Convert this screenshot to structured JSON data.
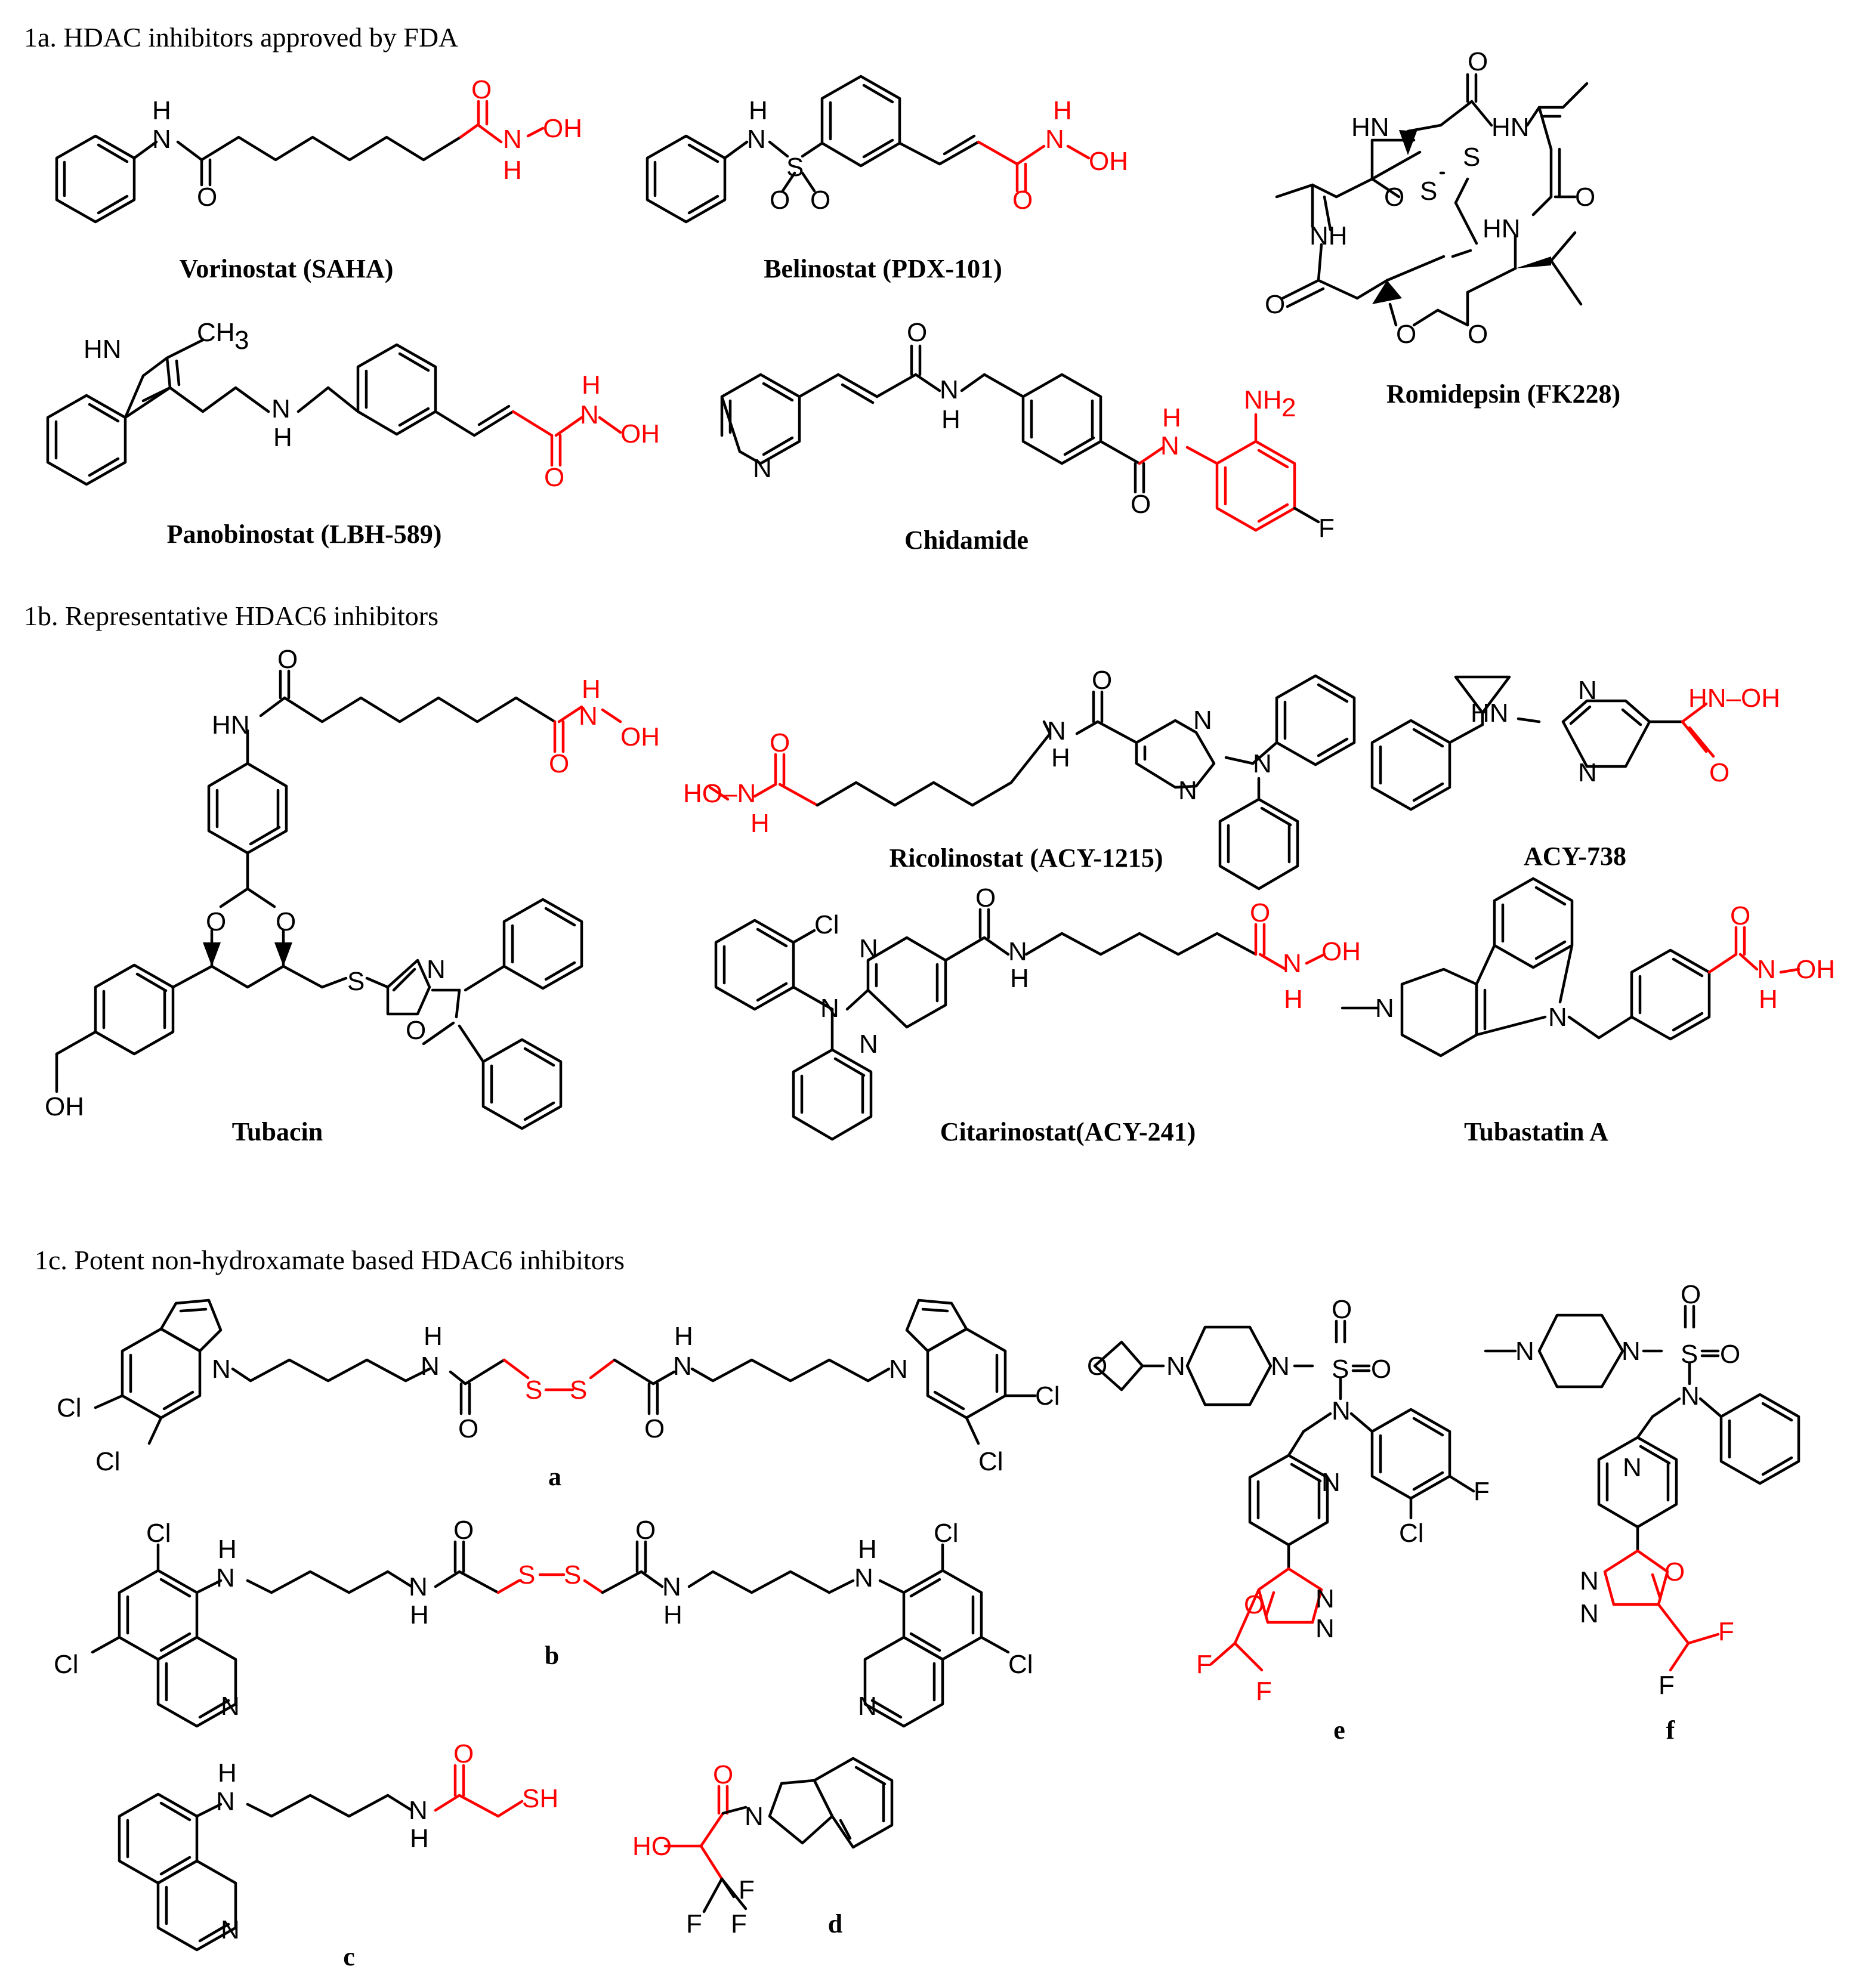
{
  "sections": [
    {
      "title": "1a. HDAC inhibitors approved by FDA",
      "compounds": [
        {
          "name": "Vorinostat (SAHA)"
        },
        {
          "name": "Belinostat (PDX-101)"
        },
        {
          "name": "Romidepsin (FK228)"
        },
        {
          "name": "Panobinostat (LBH-589)"
        },
        {
          "name": "Chidamide"
        }
      ]
    },
    {
      "title": "1b. Representative HDAC6 inhibitors",
      "compounds": [
        {
          "name": "Tubacin"
        },
        {
          "name": "Ricolinostat (ACY-1215)"
        },
        {
          "name": "ACY-738"
        },
        {
          "name": "Citarinostat(ACY-241)"
        },
        {
          "name": "Tubastatin  A"
        }
      ]
    },
    {
      "title": "1c. Potent non-hydroxamate based HDAC6 inhibitors",
      "compounds": [
        {
          "name": "a"
        },
        {
          "name": "b"
        },
        {
          "name": "c"
        },
        {
          "name": "d"
        },
        {
          "name": "e"
        },
        {
          "name": "f"
        }
      ]
    }
  ],
  "atom_labels": {
    "N": "N",
    "H": "H",
    "O": "O",
    "S": "S",
    "Cl": "Cl",
    "F": "F",
    "NH": "NH",
    "HN": "HN",
    "HO": "HO",
    "OH": "OH",
    "SH": "SH",
    "N_OH": "N–OH",
    "HN_OH": "HN–OH",
    "HO_N": "HO–N",
    "NH2": "NH",
    "NH2_sub": "2",
    "CH3": "CH",
    "CH3_sub": "3"
  },
  "colors": {
    "text": "#000000",
    "zinc_binding_group": "#ff0000",
    "background": "#ffffff"
  }
}
